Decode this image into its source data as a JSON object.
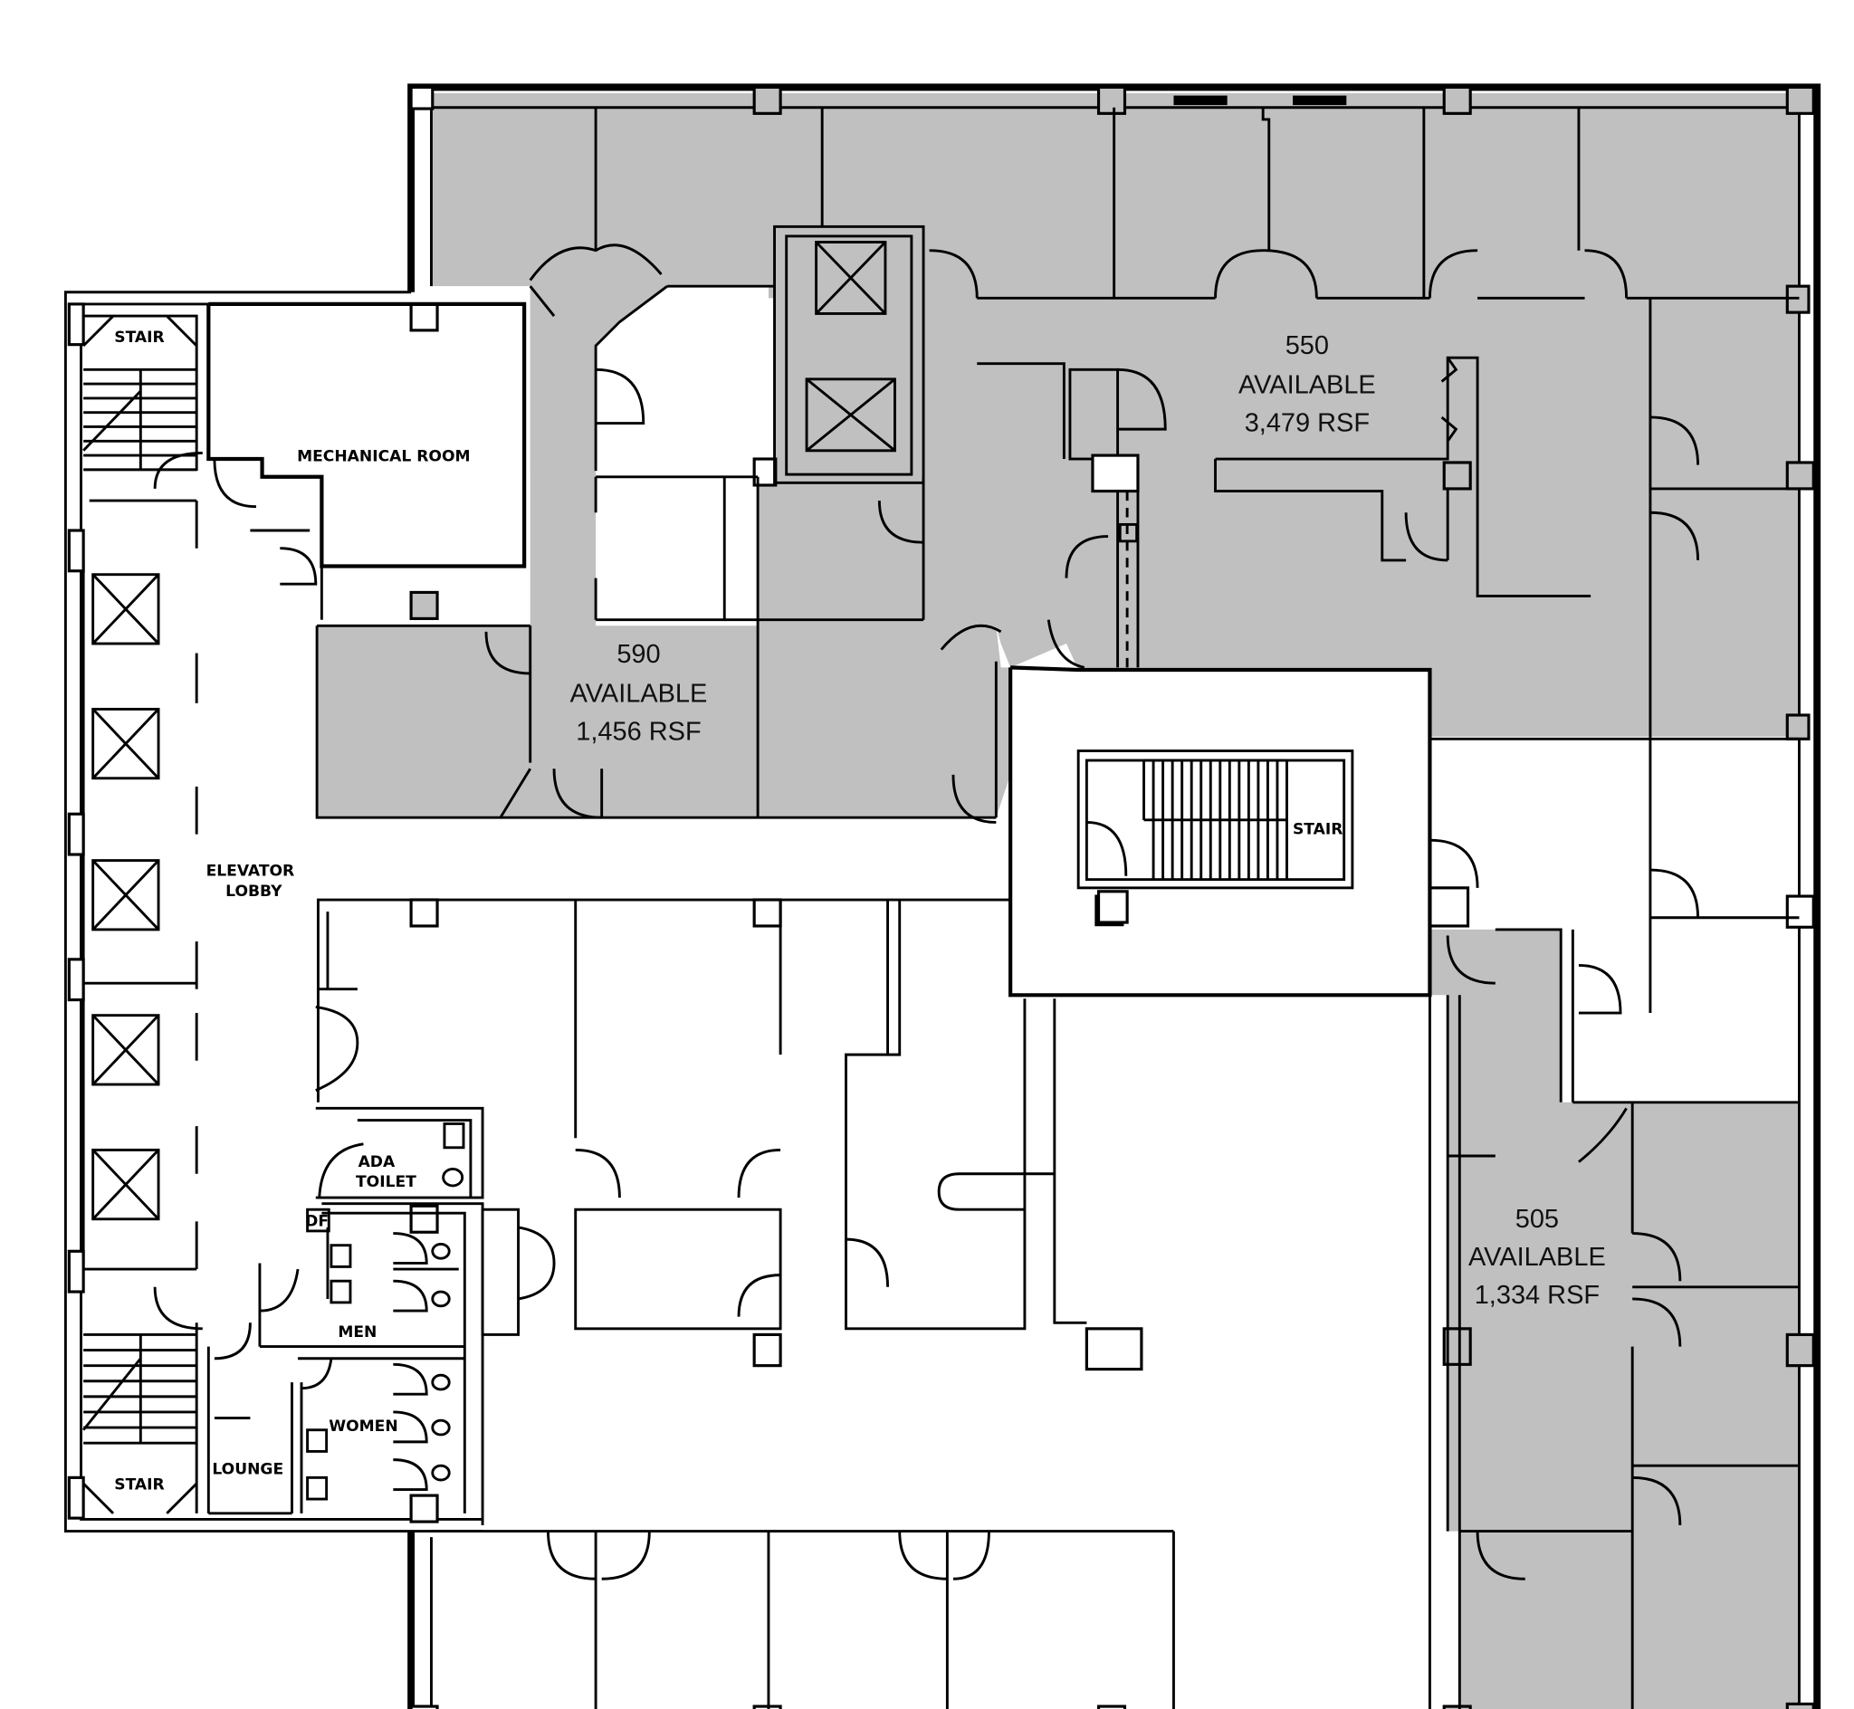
{
  "plan": {
    "type": "office-floor-plan",
    "colors": {
      "available_fill": "#c0c0c0",
      "wall": "#000000",
      "background": "#ffffff"
    }
  },
  "suites": [
    {
      "number": "550",
      "status": "AVAILABLE",
      "area": "3,479 RSF"
    },
    {
      "number": "590",
      "status": "AVAILABLE",
      "area": "1,456 RSF"
    },
    {
      "number": "505",
      "status": "AVAILABLE",
      "area": "1,334 RSF"
    }
  ],
  "rooms": {
    "stair_nw": "STAIR",
    "stair_sw": "STAIR",
    "stair_core": "STAIR",
    "mechanical": "MECHANICAL ROOM",
    "elevator_lobby_1": "ELEVATOR",
    "elevator_lobby_2": "LOBBY",
    "ada_toilet_1": "ADA",
    "ada_toilet_2": "TOILET",
    "drinking_fountain": "DF",
    "men": "MEN",
    "women": "WOMEN",
    "lounge": "LOUNGE"
  }
}
